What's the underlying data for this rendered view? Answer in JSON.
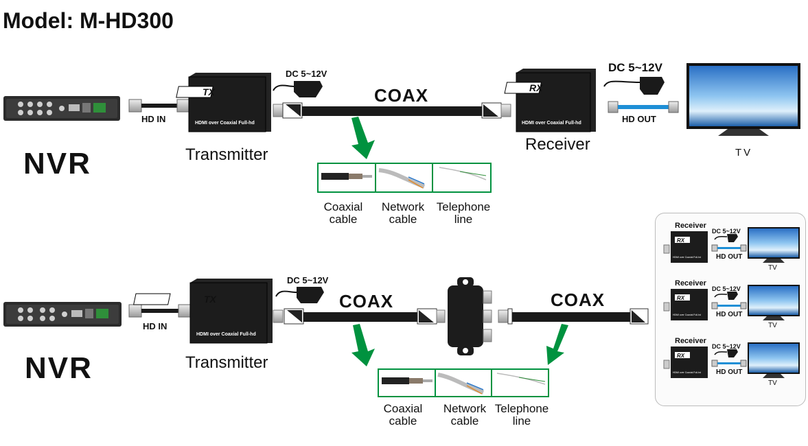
{
  "title": "Model: M-HD300",
  "top": {
    "nvr": "NVR",
    "hd_in": "HD IN",
    "transmitter": "Transmitter",
    "tx_badge": "TX",
    "tx_caption": "HDMI over Coaxial Full-hd",
    "dc_tx": "DC 5~12V",
    "coax": "COAX",
    "rx_badge": "RX",
    "rx_caption": "HDMI over Coaxial Full-hd",
    "receiver": "Receiver",
    "dc_rx": "DC 5~12V",
    "hd_out": "HD OUT",
    "tv": "TV",
    "cables": {
      "coaxial": [
        "Coaxial",
        "cable"
      ],
      "network": [
        "Network",
        "cable"
      ],
      "telephone": [
        "Telephone",
        "line"
      ]
    }
  },
  "bottom": {
    "nvr": "NVR",
    "hd_in": "HD IN",
    "transmitter": "Transmitter",
    "tx_badge": "TX",
    "tx_caption": "HDMI over Coaxial Full-hd",
    "dc_tx": "DC 5~12V",
    "coax_left": "COAX",
    "coax_right": "COAX",
    "cables": {
      "coaxial": [
        "Coaxial",
        "cable"
      ],
      "network": [
        "Network",
        "cable"
      ],
      "telephone": [
        "Telephone",
        "line"
      ]
    }
  },
  "inset": {
    "receivers": [
      {
        "receiver": "Receiver",
        "dc": "DC 5~12V",
        "hd_out": "HD OUT",
        "tv": "TV",
        "rx_badge": "RX",
        "rx_caption": "HDMI over Coaxial Full-hd"
      },
      {
        "receiver": "Receiver",
        "dc": "DC 5~12V",
        "hd_out": "HD OUT",
        "tv": "TV",
        "rx_badge": "RX",
        "rx_caption": "HDMI over Coaxial Full-hd"
      },
      {
        "receiver": "Receiver",
        "dc": "DC 5~12V",
        "hd_out": "HD OUT",
        "tv": "TV",
        "rx_badge": "RX",
        "rx_caption": "HDMI over Coaxial Full-hd"
      }
    ]
  },
  "colors": {
    "arrow": "#00923f",
    "hdmi_out_cable": "#1e8fd6",
    "device": "#1a1a1a"
  }
}
